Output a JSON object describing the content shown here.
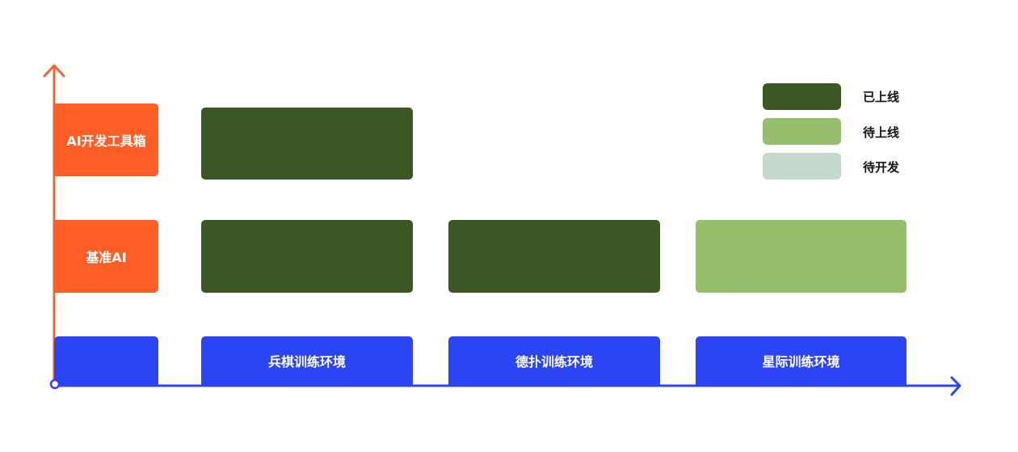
{
  "colors": {
    "axis_y": "#f0662e",
    "axis_x": "#2b45f5",
    "row_label": "#ff5f26",
    "env": "#2b45f5",
    "online": "#3a5724",
    "pending_online": "#96be6c",
    "pending_dev": "#c3d9cc"
  },
  "rows": [
    {
      "label": "AI开发工具箱"
    },
    {
      "label": "基准AI"
    }
  ],
  "environments": [
    {
      "label": "兵棋训练环境"
    },
    {
      "label": "德扑训练环境"
    },
    {
      "label": "星际训练环境"
    }
  ],
  "cells": [
    {
      "row": "AI开发工具箱",
      "env": "兵棋训练环境",
      "status": "已上线"
    },
    {
      "row": "基准AI",
      "env": "兵棋训练环境",
      "status": "已上线"
    },
    {
      "row": "基准AI",
      "env": "德扑训练环境",
      "status": "已上线"
    },
    {
      "row": "基准AI",
      "env": "星际训练环境",
      "status": "待上线"
    }
  ],
  "legend": [
    {
      "label": "已上线",
      "color": "#3a5724"
    },
    {
      "label": "待上线",
      "color": "#96be6c"
    },
    {
      "label": "待开发",
      "color": "#c3d9cc"
    }
  ]
}
